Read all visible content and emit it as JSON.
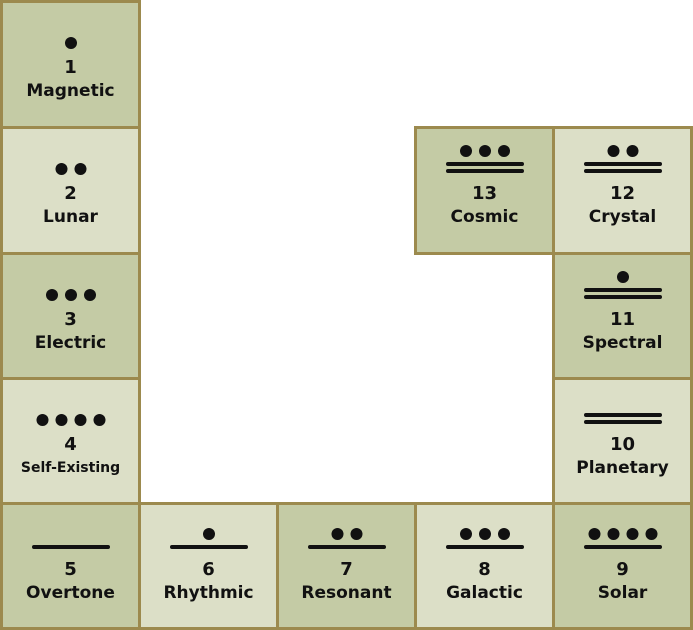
{
  "tones": [
    {
      "number": "1",
      "name": "Magnetic",
      "dots": 1,
      "bars": 0
    },
    {
      "number": "2",
      "name": "Lunar",
      "dots": 2,
      "bars": 0
    },
    {
      "number": "3",
      "name": "Electric",
      "dots": 3,
      "bars": 0
    },
    {
      "number": "4",
      "name": "Self-Existing",
      "dots": 4,
      "bars": 0
    },
    {
      "number": "5",
      "name": "Overtone",
      "dots": 0,
      "bars": 1
    },
    {
      "number": "6",
      "name": "Rhythmic",
      "dots": 1,
      "bars": 1
    },
    {
      "number": "7",
      "name": "Resonant",
      "dots": 2,
      "bars": 1
    },
    {
      "number": "8",
      "name": "Galactic",
      "dots": 3,
      "bars": 1
    },
    {
      "number": "9",
      "name": "Solar",
      "dots": 4,
      "bars": 1
    },
    {
      "number": "10",
      "name": "Planetary",
      "dots": 0,
      "bars": 2
    },
    {
      "number": "11",
      "name": "Spectral",
      "dots": 1,
      "bars": 2
    },
    {
      "number": "12",
      "name": "Crystal",
      "dots": 2,
      "bars": 2
    },
    {
      "number": "13",
      "name": "Cosmic",
      "dots": 3,
      "bars": 2
    }
  ],
  "colors": {
    "dark_tile": "#c4cba5",
    "light_tile": "#dcdfc7",
    "border": "#9c8a4e",
    "ink": "#111111"
  }
}
